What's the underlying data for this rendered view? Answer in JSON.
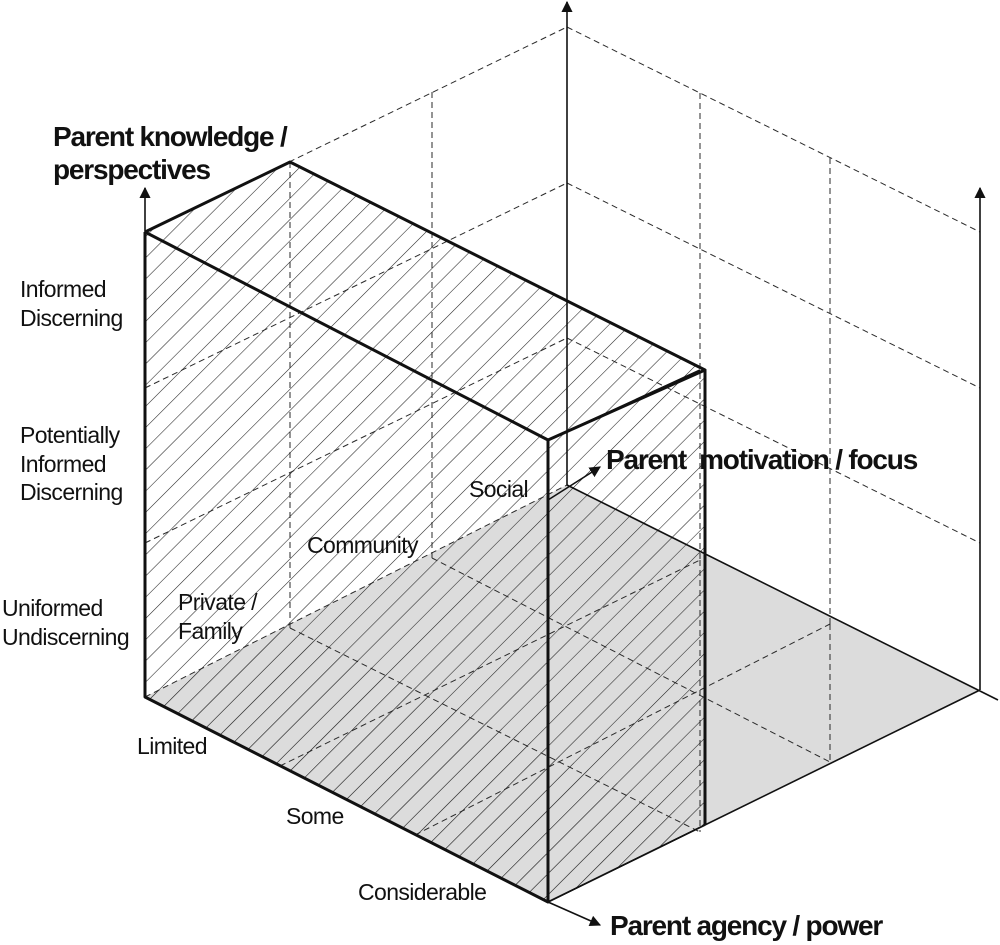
{
  "axes": {
    "knowledge": {
      "title_line1": "Parent knowledge /",
      "title_line2": "perspectives",
      "levels": [
        {
          "line1": "Informed",
          "line2": "Discerning"
        },
        {
          "line1": "Potentially",
          "line2": "Informed",
          "line3": "Discerning"
        },
        {
          "line1": "Uniformed",
          "line2": "Undiscerning"
        }
      ]
    },
    "motivation": {
      "title": "Parent  motivation / focus",
      "levels": [
        "Social",
        "Community",
        "Private /",
        "Family"
      ]
    },
    "agency": {
      "title": "Parent agency / power",
      "levels": [
        "Limited",
        "Some",
        "Considerable"
      ]
    }
  },
  "colors": {
    "line": "#111111",
    "grey_face": "#dcdcdc",
    "hatch": "#222222"
  }
}
